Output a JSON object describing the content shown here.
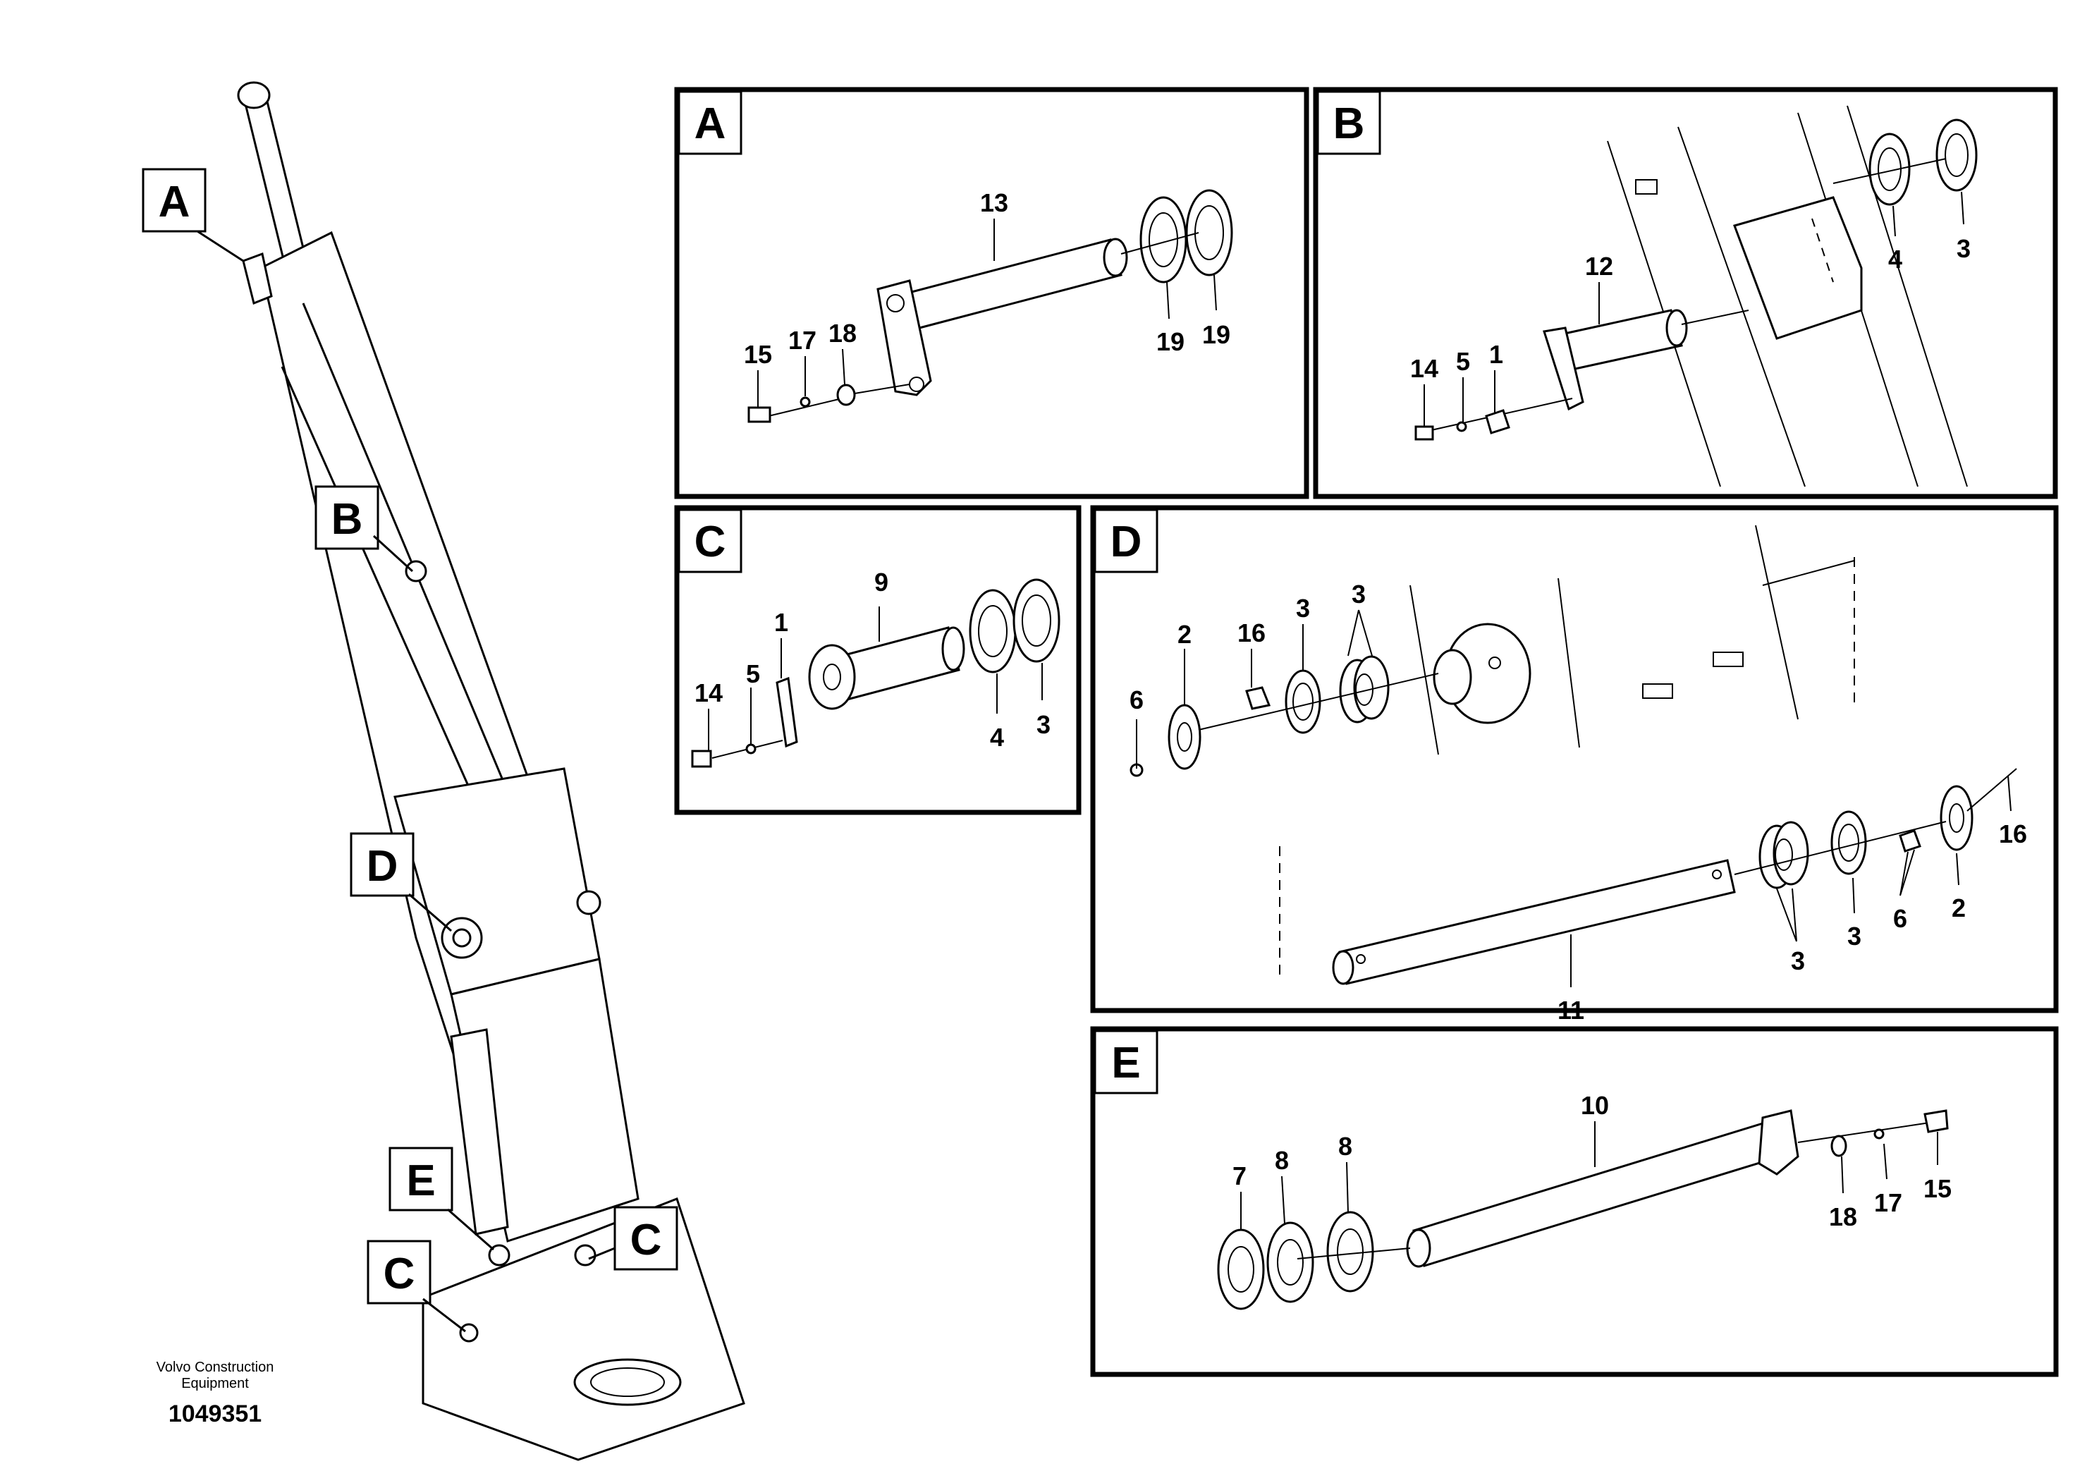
{
  "footer": {
    "brand_line1": "Volvo Construction",
    "brand_line2": "Equipment",
    "doc_number": "1049351"
  },
  "overview_callouts": [
    "A",
    "B",
    "C",
    "C",
    "D",
    "E"
  ],
  "panels": {
    "A": {
      "label": "A",
      "part_numbers": [
        "13",
        "15",
        "17",
        "18",
        "19",
        "19"
      ]
    },
    "B": {
      "label": "B",
      "part_numbers": [
        "12",
        "14",
        "5",
        "1",
        "4",
        "3"
      ]
    },
    "C": {
      "label": "C",
      "part_numbers": [
        "9",
        "1",
        "14",
        "5",
        "4",
        "3"
      ]
    },
    "D": {
      "label": "D",
      "part_numbers": [
        "2",
        "16",
        "3",
        "3",
        "6",
        "11",
        "3",
        "3",
        "6",
        "2",
        "16"
      ]
    },
    "E": {
      "label": "E",
      "part_numbers": [
        "10",
        "7",
        "8",
        "8",
        "18",
        "17",
        "15"
      ]
    }
  }
}
